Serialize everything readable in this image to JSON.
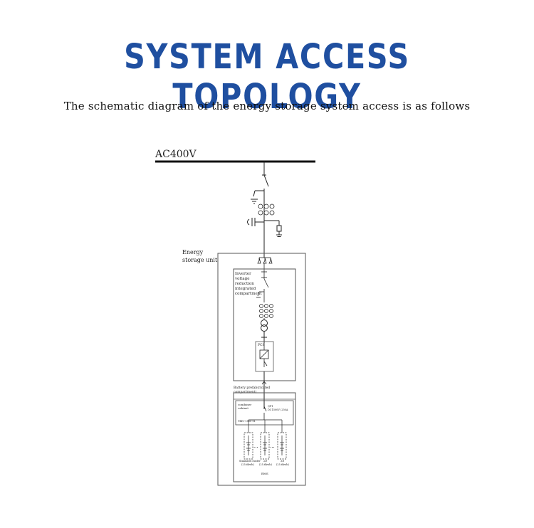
{
  "header": {
    "title": "SYSTEM ACCESS TOPOLOGY",
    "subtitle": "The schematic diagram of the energy storage system access is as follows"
  },
  "diagram": {
    "bus_label": "AC400V",
    "unit_label_line1": "Energy",
    "unit_label_line2": "storage unit",
    "inverter_label": [
      "Inverter",
      "voltage",
      "reduction",
      "integrated",
      "compartment"
    ],
    "pcs_label": "PCS",
    "battery_compartment_label": [
      "Battery prefab(ricated",
      "compartment)"
    ],
    "combiner_label": [
      "combiner",
      "cabinet"
    ],
    "combiner_rating": [
      "QF1",
      "DC1500V/ 250A"
    ],
    "combiner_id": "TBIU-1500-01",
    "cluster_labels": [
      [
        "Standard cluster",
        "(25.6kwh)"
      ],
      [
        "2#",
        "(25.6kwh)"
      ],
      [
        "3#",
        "(25.6kwh)"
      ]
    ],
    "ellipsis": "...",
    "bms_label": "BMS"
  }
}
